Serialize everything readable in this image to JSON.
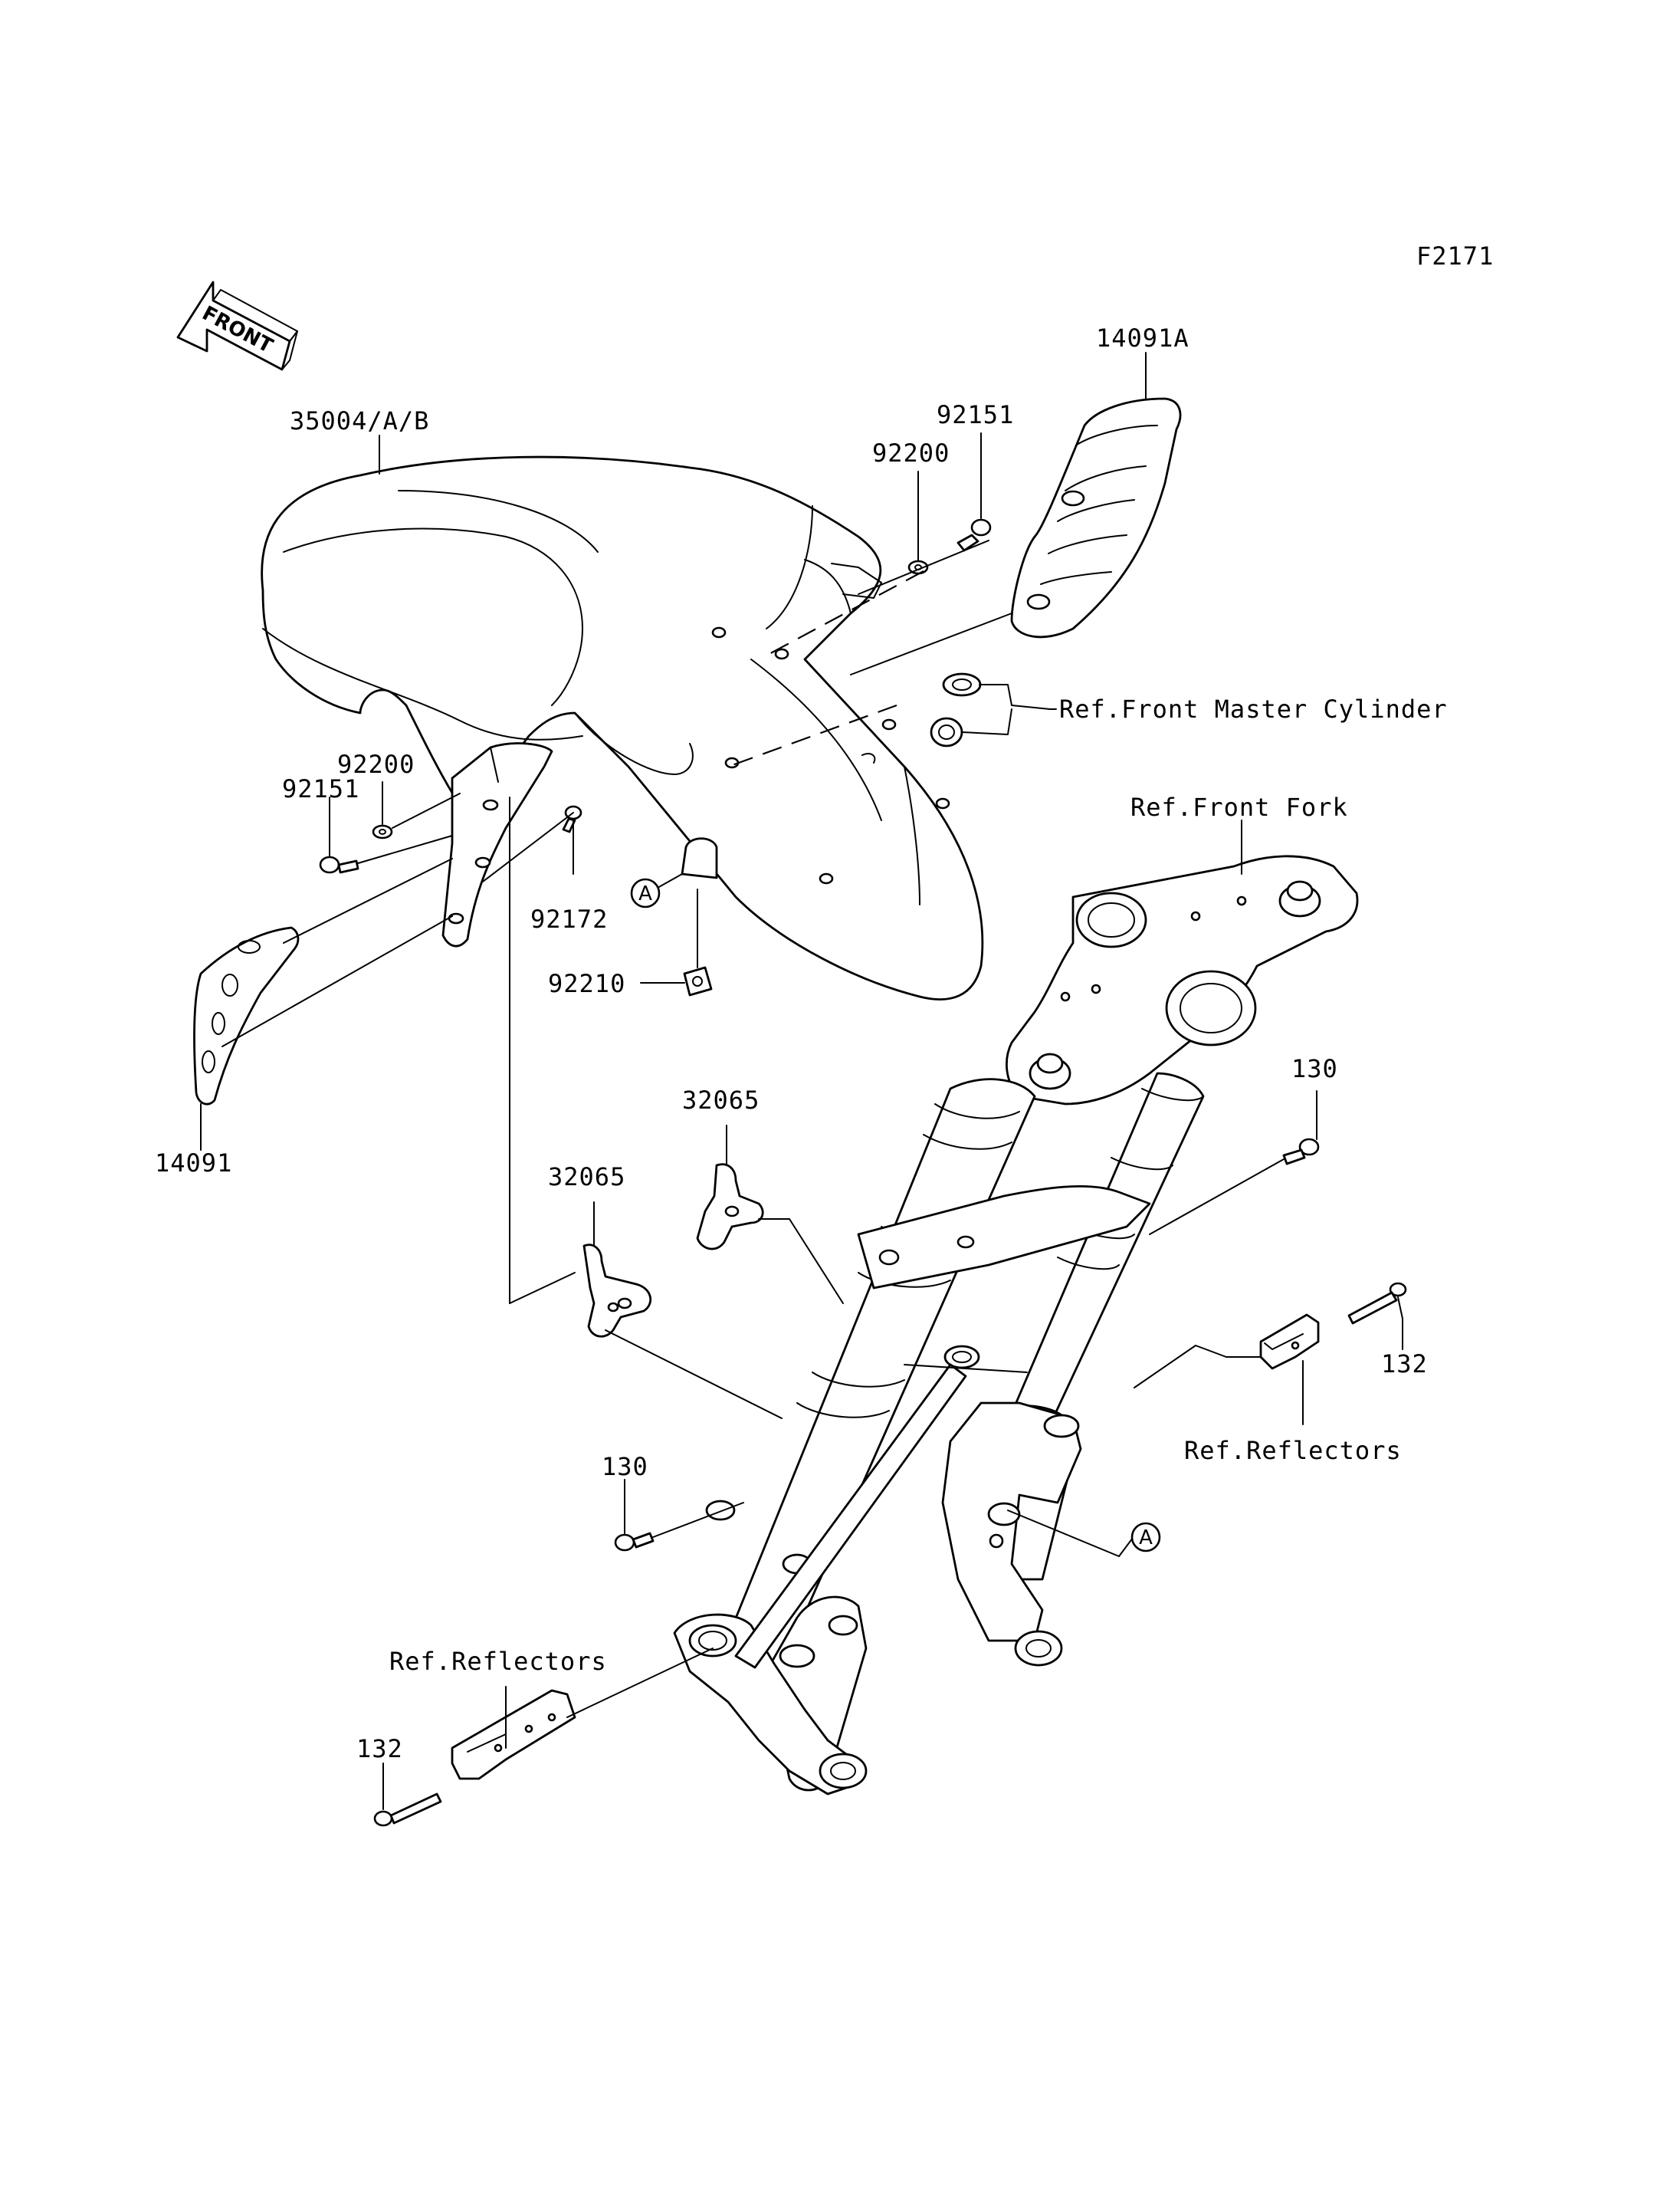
{
  "figure_id": "F2171",
  "orientation_arrow": "FRONT",
  "labels": {
    "fender": "35004/A/B",
    "cover_right": "14091A",
    "cover_left": "14091",
    "bolt_92151_right": "92151",
    "washer_92200_right": "92200",
    "bolt_92151_left": "92151",
    "washer_92200_left": "92200",
    "bolt_92172": "92172",
    "nut_92210": "92210",
    "bracket_32065_upper": "32065",
    "bracket_32065_lower": "32065",
    "bolt_130_right": "130",
    "bolt_130_left": "130",
    "bolt_132_right": "132",
    "bolt_132_left": "132",
    "ref_master_cylinder": "Ref.Front Master Cylinder",
    "ref_front_fork": "Ref.Front Fork",
    "ref_reflectors_right": "Ref.Reflectors",
    "ref_reflectors_left": "Ref.Reflectors",
    "marker_a_upper": "A",
    "marker_a_lower": "A"
  }
}
